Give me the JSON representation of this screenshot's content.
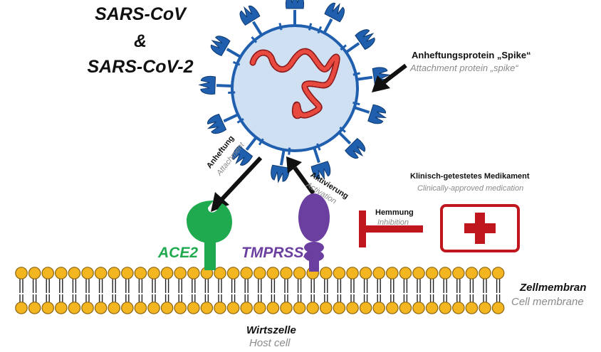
{
  "virus": {
    "title_line1": "SARS-CoV",
    "title_line2": "&",
    "title_line3": "SARS-CoV-2"
  },
  "spike": {
    "label_de": "Anheftungsprotein „Spike“",
    "label_en": "Attachment protein „spike“"
  },
  "attachment": {
    "label_de": "Anheftung",
    "label_en": "Attachment"
  },
  "activation": {
    "label_de": "Aktivierung",
    "label_en": "Activation"
  },
  "medication": {
    "label_de": "Klinisch-getestetes Medikament",
    "label_en": "Clinically-approved medication"
  },
  "inhibition": {
    "label_de": "Hemmung",
    "label_en": "Inhibition"
  },
  "receptors": {
    "ace2": "ACE2",
    "tmprss2": "TMPRSS2"
  },
  "membrane": {
    "label_de": "Zellmembran",
    "label_en": "Cell membrane"
  },
  "host": {
    "label_de": "Wirtszelle",
    "label_en": "Host cell"
  },
  "colors": {
    "virus_body": "#cfe0f3",
    "spike_blue": "#1f5fae",
    "rna_red": "#d9302c",
    "ace2_green": "#1faa50",
    "tmprss2_purple": "#6b3fa0",
    "inhibitor_red": "#c0171e",
    "lipid_yellow": "#f4b620"
  }
}
